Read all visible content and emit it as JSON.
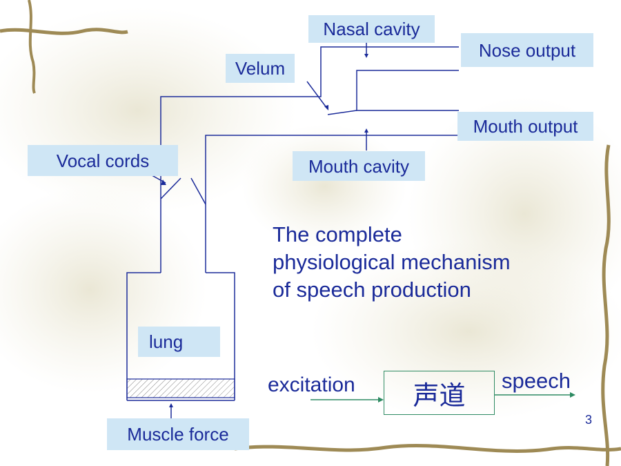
{
  "labels": {
    "nasal_cavity": "Nasal cavity",
    "nose_output": "Nose output",
    "velum": "Velum",
    "mouth_output": "Mouth output",
    "vocal_cords": "Vocal cords",
    "mouth_cavity": "Mouth cavity",
    "lung": "lung",
    "muscle_force": "Muscle force"
  },
  "title_lines": [
    "The complete",
    "physiological mechanism",
    "of  speech production"
  ],
  "block_diagram": {
    "input": "excitation",
    "box": "声道",
    "output": "speech"
  },
  "page_number": "3",
  "colors": {
    "line_blue": "#1a2a99",
    "label_fill": "#cfe6f5",
    "green_arrow": "#2d8a62"
  }
}
